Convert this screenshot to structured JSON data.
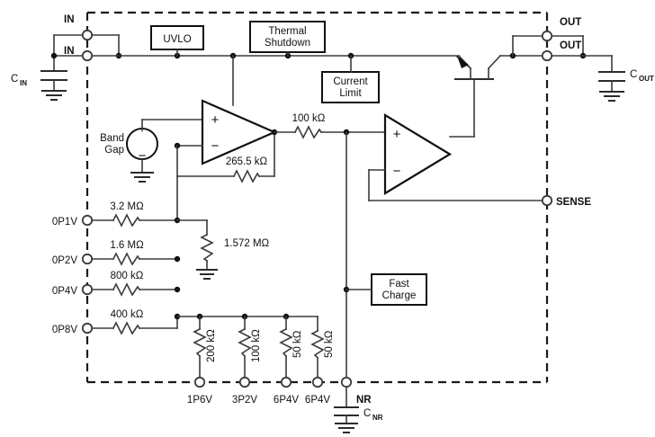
{
  "diagram": {
    "title": "Low-dropout linear regulator functional block diagram",
    "colors": {
      "wire": "#3b3b3b",
      "outline": "#111111",
      "background": "#ffffff",
      "dashed_boundary": "#1a1a1a"
    },
    "blocks": [
      {
        "id": "uvlo",
        "label_line1": "UVLO",
        "label_line2": ""
      },
      {
        "id": "thermal",
        "label_line1": "Thermal",
        "label_line2": "Shutdown"
      },
      {
        "id": "current",
        "label_line1": "Current",
        "label_line2": "Limit"
      },
      {
        "id": "fast",
        "label_line1": "Fast",
        "label_line2": "Charge"
      }
    ],
    "sources": [
      {
        "id": "bandgap",
        "label_line1": "Band",
        "label_line2": "Gap",
        "plus": "+",
        "minus": "−"
      }
    ],
    "pins": [
      {
        "id": "in-top",
        "label": "IN",
        "side": "left"
      },
      {
        "id": "in-bot",
        "label": "IN",
        "side": "left"
      },
      {
        "id": "out-top",
        "label": "OUT",
        "side": "right"
      },
      {
        "id": "out-bot",
        "label": "OUT",
        "side": "right"
      },
      {
        "id": "sense",
        "label": "SENSE",
        "side": "right"
      },
      {
        "id": "0p1v",
        "label": "0P1V",
        "side": "left"
      },
      {
        "id": "0p2v",
        "label": "0P2V",
        "side": "left"
      },
      {
        "id": "0p4v",
        "label": "0P4V",
        "side": "left"
      },
      {
        "id": "0p8v",
        "label": "0P8V",
        "side": "left"
      },
      {
        "id": "1p6v",
        "label": "1P6V",
        "side": "bottom"
      },
      {
        "id": "3p2v",
        "label": "3P2V",
        "side": "bottom"
      },
      {
        "id": "6p4v-a",
        "label": "6P4V",
        "side": "bottom"
      },
      {
        "id": "6p4v-b",
        "label": "6P4V",
        "side": "bottom"
      },
      {
        "id": "nr",
        "label": "NR",
        "side": "bottom"
      }
    ],
    "capacitors": [
      {
        "id": "cin",
        "label": "C",
        "subscript": "IN"
      },
      {
        "id": "cout",
        "label": "C",
        "subscript": "OUT"
      },
      {
        "id": "cnr",
        "label": "C",
        "subscript": "NR"
      }
    ],
    "resistors": [
      {
        "id": "r-fb",
        "label": "265.5 kΩ",
        "orientation": "horizontal",
        "net": "amp1-feedback"
      },
      {
        "id": "r-100k",
        "label": "100 kΩ",
        "orientation": "horizontal",
        "net": "amp1-out-to-amp2-in"
      },
      {
        "id": "r-3m2",
        "label": "3.2 MΩ",
        "orientation": "horizontal",
        "net": "0P1V"
      },
      {
        "id": "r-1m6",
        "label": "1.6 MΩ",
        "orientation": "horizontal",
        "net": "0P2V"
      },
      {
        "id": "r-800k",
        "label": "800 kΩ",
        "orientation": "horizontal",
        "net": "0P4V"
      },
      {
        "id": "r-400k",
        "label": "400 kΩ",
        "orientation": "horizontal",
        "net": "0P8V"
      },
      {
        "id": "r-1m572",
        "label": "1.572 MΩ",
        "orientation": "vertical",
        "net": "divider-shunt"
      },
      {
        "id": "r-200k",
        "label": "200 kΩ",
        "orientation": "vertical",
        "net": "1P6V"
      },
      {
        "id": "r-100k-b",
        "label": "100 kΩ",
        "orientation": "vertical",
        "net": "3P2V"
      },
      {
        "id": "r-50k-a",
        "label": "50 kΩ",
        "orientation": "vertical",
        "net": "6P4V-a"
      },
      {
        "id": "r-50k-b",
        "label": "50 kΩ",
        "orientation": "vertical",
        "net": "6P4V-b"
      }
    ],
    "amplifiers": [
      {
        "id": "error-amp",
        "plus": "+",
        "minus": "−"
      },
      {
        "id": "driver-amp",
        "plus": "+",
        "minus": "−"
      }
    ],
    "transistors": [
      {
        "id": "pass-element",
        "type": "pnp"
      }
    ]
  }
}
